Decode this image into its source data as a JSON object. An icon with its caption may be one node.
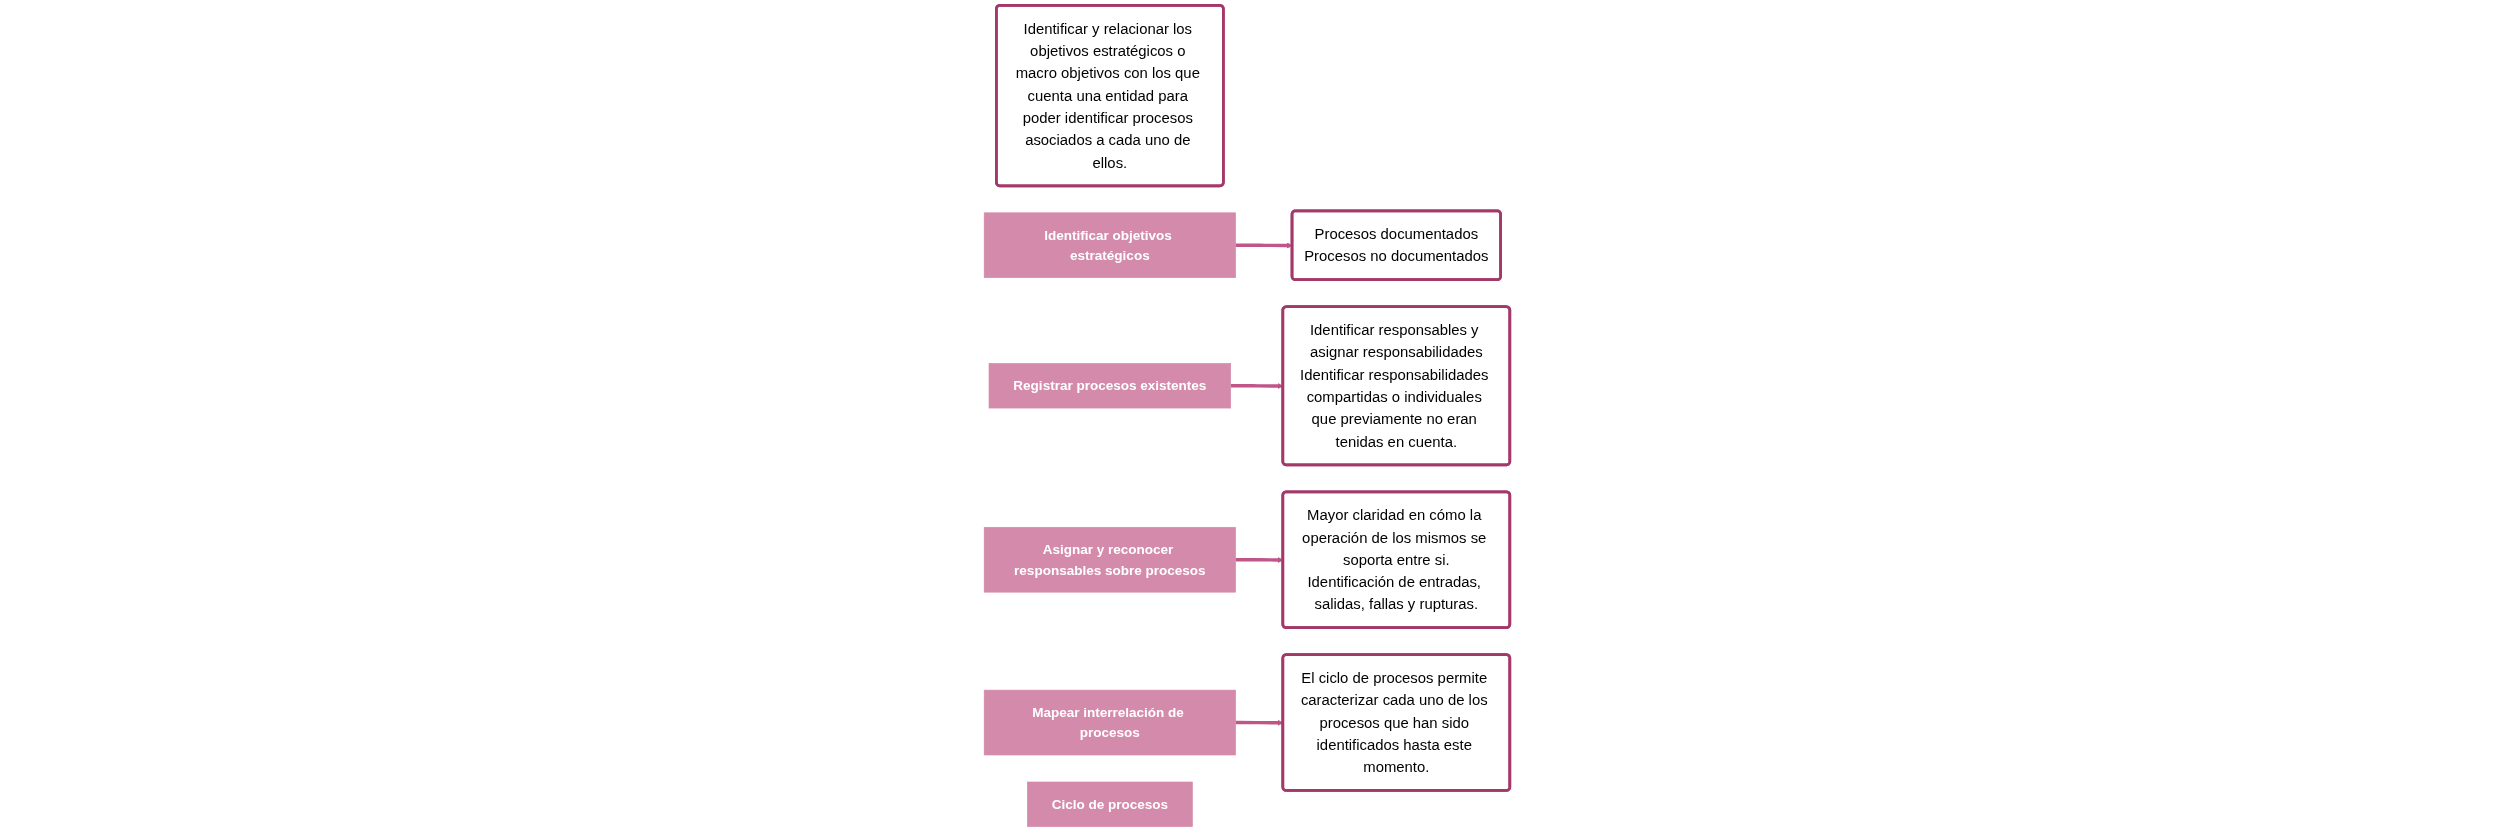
{
  "diagram": {
    "nodes": [
      {
        "text": [
          "Identificar y relacionar los objetivos estratégicos o macro objetivos con los que cuenta una entidad para poder identificar procesos asociados a cada uno de ellos."
        ]
      },
      {
        "text": [
          "Identificar objetivos estratégicos"
        ]
      },
      {
        "text": [
          "Procesos documentados",
          "Procesos no documentados"
        ]
      },
      {
        "text": [
          "Registrar procesos existentes"
        ]
      },
      {
        "text": [
          "Identificar responsables y asignar responsabilidades",
          "Identificar responsabilidades compartidas o individuales que previamente no eran tenidas en cuenta."
        ]
      },
      {
        "text": [
          "Asignar y reconocer responsables sobre procesos"
        ]
      },
      {
        "text": [
          "Mayor claridad en cómo la operación de los mismos se soporta entre si.",
          "Identificación de entradas, salidas, fallas y rupturas."
        ]
      },
      {
        "text": [
          "Mapear interrelación de procesos"
        ]
      },
      {
        "text": [
          "El ciclo de procesos permite caracterizar cada uno de los procesos que han sido identificados hasta este momento."
        ]
      },
      {
        "text": [
          "Ciclo de procesos"
        ]
      }
    ],
    "edges": [
      {
        "from": 1,
        "to": 2,
        "arrow": "to"
      },
      {
        "from": 3,
        "to": 4,
        "arrow": "to"
      },
      {
        "from": 5,
        "to": 6,
        "arrow": "to"
      },
      {
        "from": 7,
        "to": 8,
        "arrow": "to"
      }
    ]
  }
}
